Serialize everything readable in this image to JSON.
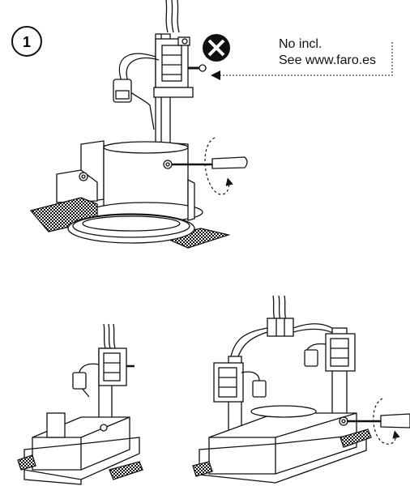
{
  "step": {
    "number": "1"
  },
  "note": {
    "line1": "No incl.",
    "line2": "See www.faro.es"
  },
  "icons": [
    "not-included-x-icon",
    "screwdriver-icon",
    "rotation-arrow-icon"
  ],
  "colors": {
    "ink": "#111111",
    "background": "#ffffff"
  }
}
